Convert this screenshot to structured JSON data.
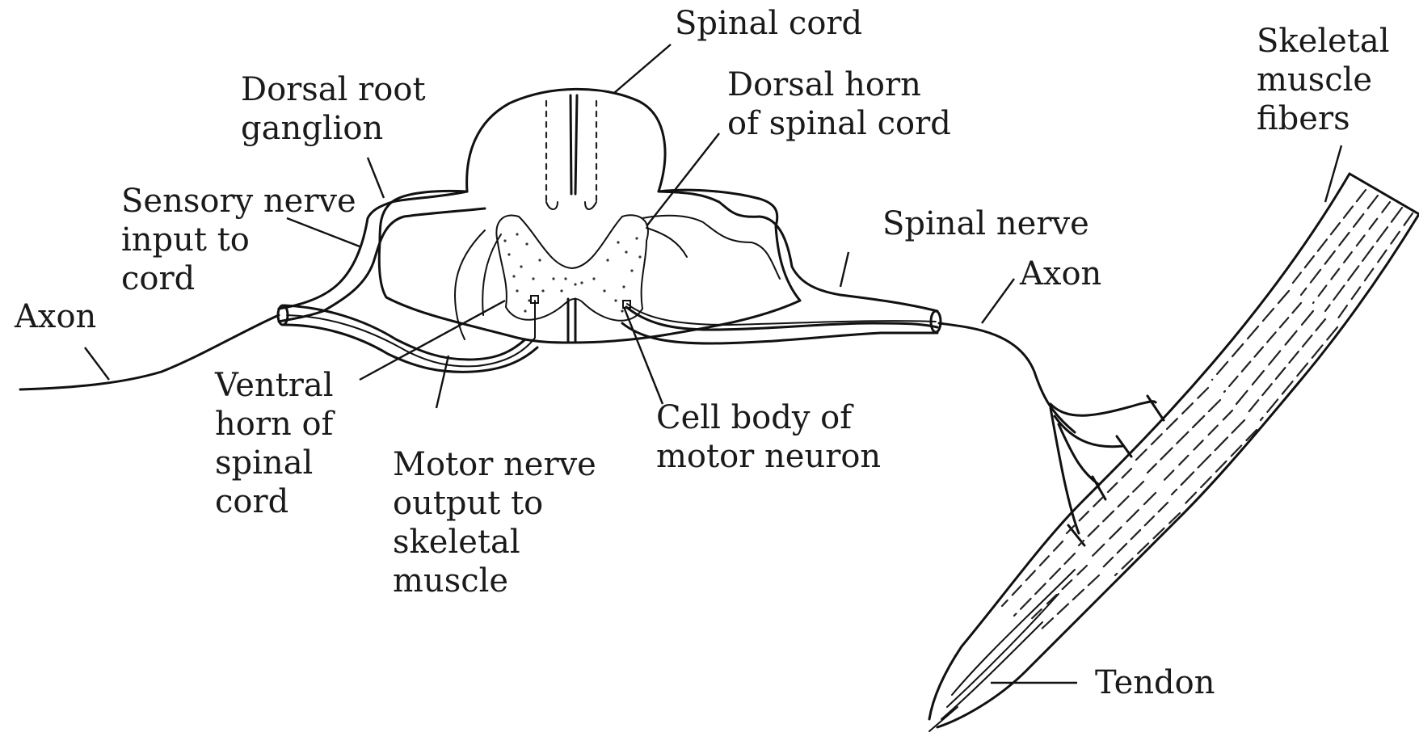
{
  "labels": {
    "spinal_cord": "Spinal cord",
    "dorsal_root_ganglion": [
      "Dorsal root",
      "ganglion"
    ],
    "dorsal_horn": [
      "Dorsal horn",
      "of spinal cord"
    ],
    "skeletal_muscle_fibers": [
      "Skeletal",
      "muscle",
      "fibers"
    ],
    "sensory_nerve": [
      "Sensory nerve",
      "input to",
      "cord"
    ],
    "spinal_nerve": "Spinal nerve",
    "axon_left": "Axon",
    "axon_right": "Axon",
    "ventral_horn": [
      "Ventral",
      "horn of",
      "spinal",
      "cord"
    ],
    "motor_nerve": [
      "Motor nerve",
      "output to",
      "skeletal",
      "muscle"
    ],
    "cell_body": [
      "Cell body of",
      "motor neuron"
    ],
    "tendon": "Tendon"
  }
}
